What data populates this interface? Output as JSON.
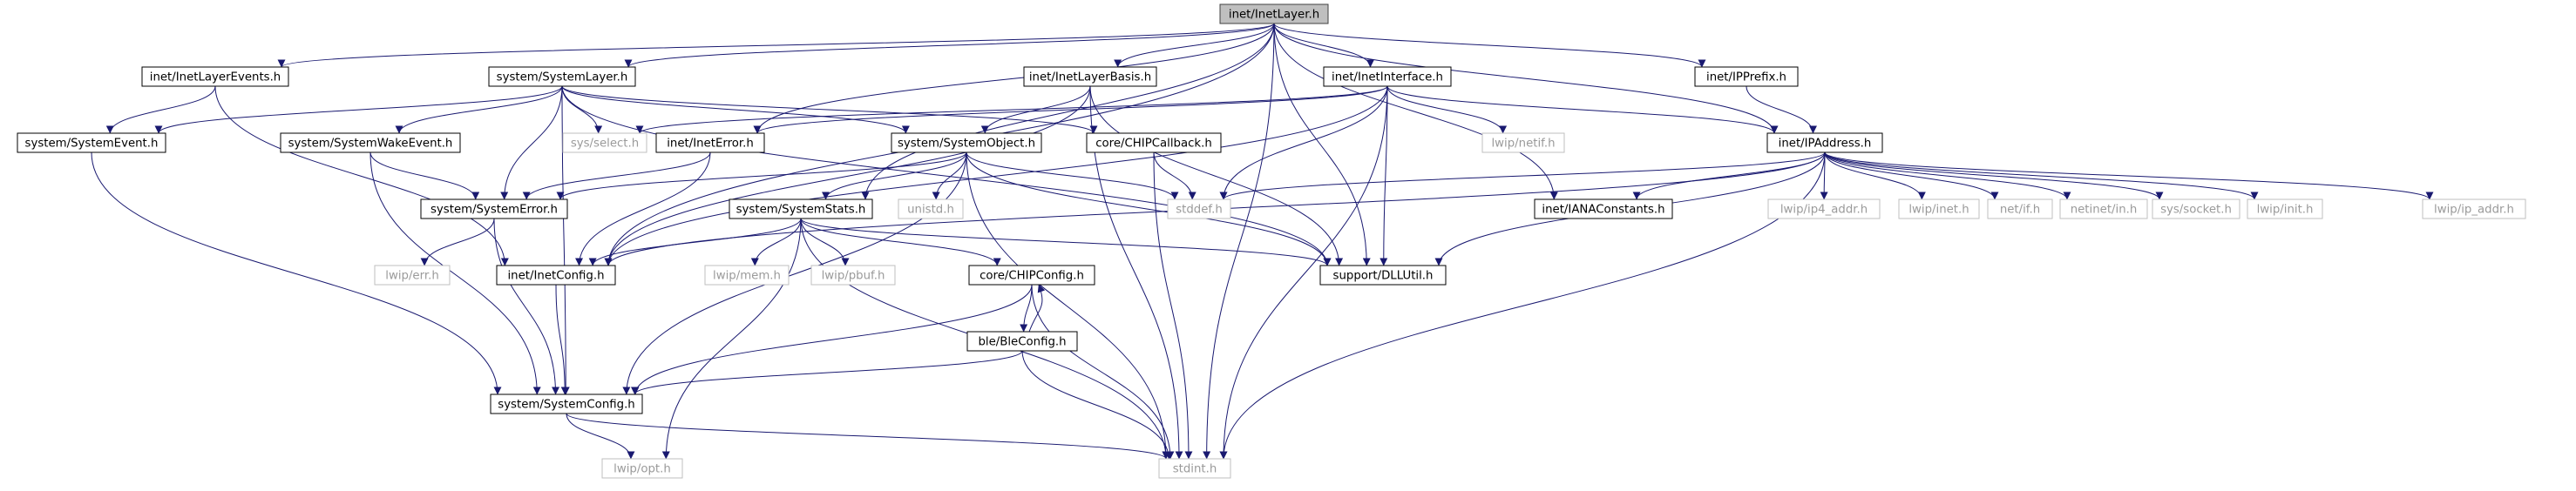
{
  "diagram": {
    "nodes": [
      {
        "id": "inetlayer",
        "label": "inet/InetLayer.h",
        "kind": "root"
      },
      {
        "id": "inetlayerevents",
        "label": "inet/InetLayerEvents.h",
        "kind": "normal"
      },
      {
        "id": "systemlayer",
        "label": "system/SystemLayer.h",
        "kind": "normal"
      },
      {
        "id": "inetlayerbasis",
        "label": "inet/InetLayerBasis.h",
        "kind": "normal"
      },
      {
        "id": "inetinterface",
        "label": "inet/InetInterface.h",
        "kind": "normal"
      },
      {
        "id": "ipprefix",
        "label": "inet/IPPrefix.h",
        "kind": "normal"
      },
      {
        "id": "systemevent",
        "label": "system/SystemEvent.h",
        "kind": "normal"
      },
      {
        "id": "systemwakeevent",
        "label": "system/SystemWakeEvent.h",
        "kind": "normal"
      },
      {
        "id": "sysselect",
        "label": "sys/select.h",
        "kind": "external"
      },
      {
        "id": "ineterror",
        "label": "inet/InetError.h",
        "kind": "normal"
      },
      {
        "id": "systemobject",
        "label": "system/SystemObject.h",
        "kind": "normal"
      },
      {
        "id": "chipcallback",
        "label": "core/CHIPCallback.h",
        "kind": "normal"
      },
      {
        "id": "lwipnetif",
        "label": "lwip/netif.h",
        "kind": "external"
      },
      {
        "id": "ipaddress",
        "label": "inet/IPAddress.h",
        "kind": "normal"
      },
      {
        "id": "systemerror",
        "label": "system/SystemError.h",
        "kind": "normal"
      },
      {
        "id": "systemstats",
        "label": "system/SystemStats.h",
        "kind": "normal"
      },
      {
        "id": "unistd",
        "label": "unistd.h",
        "kind": "external"
      },
      {
        "id": "stddef",
        "label": "stddef.h",
        "kind": "external"
      },
      {
        "id": "ianaconst",
        "label": "inet/IANAConstants.h",
        "kind": "normal"
      },
      {
        "id": "lwipip4addr",
        "label": "lwip/ip4_addr.h",
        "kind": "external"
      },
      {
        "id": "lwipinet",
        "label": "lwip/inet.h",
        "kind": "external"
      },
      {
        "id": "netif",
        "label": "net/if.h",
        "kind": "external"
      },
      {
        "id": "netinetin",
        "label": "netinet/in.h",
        "kind": "external"
      },
      {
        "id": "syssocket",
        "label": "sys/socket.h",
        "kind": "external"
      },
      {
        "id": "lwipinit",
        "label": "lwip/init.h",
        "kind": "external"
      },
      {
        "id": "lwipipaddr",
        "label": "lwip/ip_addr.h",
        "kind": "external"
      },
      {
        "id": "lwiperr",
        "label": "lwip/err.h",
        "kind": "external"
      },
      {
        "id": "inetconfig",
        "label": "inet/InetConfig.h",
        "kind": "normal"
      },
      {
        "id": "lwipmem",
        "label": "lwip/mem.h",
        "kind": "external"
      },
      {
        "id": "lwippbuf",
        "label": "lwip/pbuf.h",
        "kind": "external"
      },
      {
        "id": "dllutil",
        "label": "support/DLLUtil.h",
        "kind": "normal"
      },
      {
        "id": "chipconfig",
        "label": "core/CHIPConfig.h",
        "kind": "normal"
      },
      {
        "id": "bleconfig",
        "label": "ble/BleConfig.h",
        "kind": "normal"
      },
      {
        "id": "systemconfig",
        "label": "system/SystemConfig.h",
        "kind": "normal"
      },
      {
        "id": "lwipopt",
        "label": "lwip/opt.h",
        "kind": "external"
      },
      {
        "id": "stdint",
        "label": "stdint.h",
        "kind": "external"
      }
    ],
    "edges": [
      [
        "inetlayer",
        "inetlayerevents"
      ],
      [
        "inetlayer",
        "systemlayer"
      ],
      [
        "inetlayer",
        "inetlayerbasis"
      ],
      [
        "inetlayer",
        "inetinterface"
      ],
      [
        "inetlayer",
        "ipprefix"
      ],
      [
        "inetlayer",
        "ipaddress"
      ],
      [
        "inetlayer",
        "ineterror"
      ],
      [
        "inetlayer",
        "inetconfig"
      ],
      [
        "inetlayer",
        "systemstats"
      ],
      [
        "inetlayer",
        "ianaconst"
      ],
      [
        "inetlayer",
        "dllutil"
      ],
      [
        "inetlayer",
        "stdint"
      ],
      [
        "inetlayerevents",
        "systemevent"
      ],
      [
        "inetlayerevents",
        "inetconfig"
      ],
      [
        "systemlayer",
        "systemevent"
      ],
      [
        "systemlayer",
        "systemwakeevent"
      ],
      [
        "systemlayer",
        "sysselect"
      ],
      [
        "systemlayer",
        "systemerror"
      ],
      [
        "systemlayer",
        "systemobject"
      ],
      [
        "systemlayer",
        "chipcallback"
      ],
      [
        "systemlayer",
        "systemconfig"
      ],
      [
        "systemlayer",
        "dllutil"
      ],
      [
        "inetlayerbasis",
        "systemobject"
      ],
      [
        "inetlayerbasis",
        "inetconfig"
      ],
      [
        "inetlayerbasis",
        "dllutil"
      ],
      [
        "inetlayerbasis",
        "stdint"
      ],
      [
        "inetinterface",
        "sysselect"
      ],
      [
        "inetinterface",
        "ineterror"
      ],
      [
        "inetinterface",
        "inetconfig"
      ],
      [
        "inetinterface",
        "lwipnetif"
      ],
      [
        "inetinterface",
        "ipaddress"
      ],
      [
        "inetinterface",
        "stddef"
      ],
      [
        "inetinterface",
        "dllutil"
      ],
      [
        "inetinterface",
        "stdint"
      ],
      [
        "ipprefix",
        "ipaddress"
      ],
      [
        "systemevent",
        "systemconfig"
      ],
      [
        "systemwakeevent",
        "systemerror"
      ],
      [
        "systemwakeevent",
        "systemconfig"
      ],
      [
        "ineterror",
        "systemerror"
      ],
      [
        "ineterror",
        "inetconfig"
      ],
      [
        "systemobject",
        "systemerror"
      ],
      [
        "systemobject",
        "systemstats"
      ],
      [
        "systemobject",
        "unistd"
      ],
      [
        "systemobject",
        "stddef"
      ],
      [
        "systemobject",
        "dllutil"
      ],
      [
        "systemobject",
        "systemconfig"
      ],
      [
        "systemobject",
        "stdint"
      ],
      [
        "chipcallback",
        "stddef"
      ],
      [
        "chipcallback",
        "stdint"
      ],
      [
        "ipaddress",
        "stddef"
      ],
      [
        "ipaddress",
        "ianaconst"
      ],
      [
        "ipaddress",
        "lwipip4addr"
      ],
      [
        "ipaddress",
        "lwipinet"
      ],
      [
        "ipaddress",
        "netif"
      ],
      [
        "ipaddress",
        "netinetin"
      ],
      [
        "ipaddress",
        "syssocket"
      ],
      [
        "ipaddress",
        "lwipinit"
      ],
      [
        "ipaddress",
        "lwipipaddr"
      ],
      [
        "ipaddress",
        "inetconfig"
      ],
      [
        "ipaddress",
        "dllutil"
      ],
      [
        "ipaddress",
        "stdint"
      ],
      [
        "systemerror",
        "lwiperr"
      ],
      [
        "systemerror",
        "systemconfig"
      ],
      [
        "systemstats",
        "inetconfig"
      ],
      [
        "systemstats",
        "lwipmem"
      ],
      [
        "systemstats",
        "lwippbuf"
      ],
      [
        "systemstats",
        "chipconfig"
      ],
      [
        "systemstats",
        "dllutil"
      ],
      [
        "systemstats",
        "lwipopt"
      ],
      [
        "systemstats",
        "stdint"
      ],
      [
        "inetconfig",
        "systemconfig"
      ],
      [
        "chipconfig",
        "bleconfig"
      ],
      [
        "chipconfig",
        "systemconfig"
      ],
      [
        "chipconfig",
        "stdint"
      ],
      [
        "bleconfig",
        "chipconfig"
      ],
      [
        "bleconfig",
        "systemconfig"
      ],
      [
        "bleconfig",
        "stdint"
      ],
      [
        "systemconfig",
        "lwipopt"
      ],
      [
        "systemconfig",
        "stdint"
      ]
    ]
  },
  "colors": {
    "edge": "#191970",
    "node_border": "#000000",
    "node_fill": "#ffffff",
    "root_fill": "#bfbfbf",
    "root_border": "#404040",
    "external_border": "#bfbfbf",
    "external_text": "#9a9a9a",
    "text": "#000000"
  }
}
